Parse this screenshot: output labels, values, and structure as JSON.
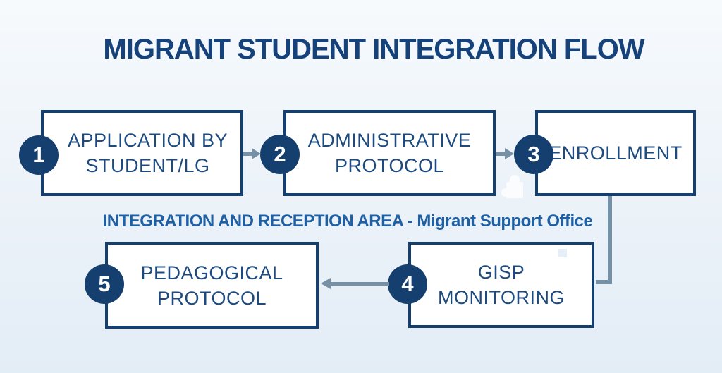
{
  "title": "MIGRANT STUDENT INTEGRATION FLOW",
  "divider": {
    "label": "INTEGRATION AND RECEPTION AREA - Migrant Support Office"
  },
  "steps": [
    {
      "number": "1",
      "label": "APPLICATION BY\nSTUDENT/LG"
    },
    {
      "number": "2",
      "label": "ADMINISTRATIVE\nPROTOCOL"
    },
    {
      "number": "3",
      "label": "ENROLLMENT"
    },
    {
      "number": "4",
      "label": "GISP\nMONITORING"
    },
    {
      "number": "5",
      "label": "PEDAGOGICAL\nPROTOCOL"
    }
  ],
  "connections": [
    {
      "from": "1",
      "to": "2",
      "type": "arrow-right"
    },
    {
      "from": "2",
      "to": "3",
      "type": "arrow-right"
    },
    {
      "from": "3",
      "to": "4",
      "type": "elbow-down-left"
    },
    {
      "from": "4",
      "to": "5",
      "type": "arrow-left"
    }
  ],
  "colors": {
    "navy": "#153F6E",
    "title-navy": "#15427B",
    "text-navy": "#1D4B80",
    "label-blue": "#1F5FA3",
    "steel": "#7690A6",
    "box-bg": "#FFFFFF",
    "bg-top": "#F6FAFD",
    "bg-bottom": "#E3EDF6"
  }
}
